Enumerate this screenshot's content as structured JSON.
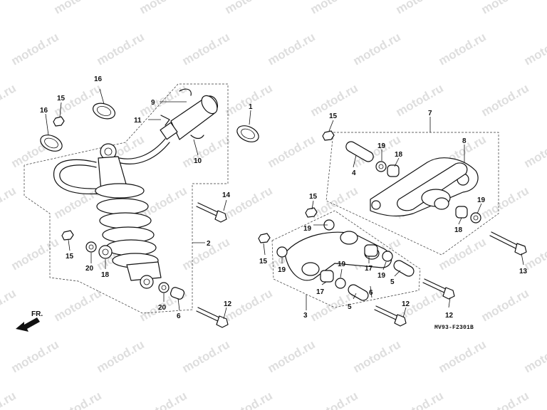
{
  "watermark": {
    "text": "motod.ru"
  },
  "diagram_code": "MV93-F2301B",
  "direction_label": "FR.",
  "callouts": {
    "c1": "1",
    "c2": "2",
    "c3": "3",
    "c4": "4",
    "c5a": "5",
    "c5b": "5",
    "c6a": "6",
    "c6b": "6",
    "c7": "7",
    "c8": "8",
    "c9": "9",
    "c10": "10",
    "c11": "11",
    "c12a": "12",
    "c12b": "12",
    "c12c": "12",
    "c13": "13",
    "c14": "14",
    "c15a": "15",
    "c15b": "15",
    "c15c": "15",
    "c15d": "15",
    "c15e": "15",
    "c16a": "16",
    "c16b": "16",
    "c17a": "17",
    "c17b": "17",
    "c18a": "18",
    "c18b": "18",
    "c18c": "18",
    "c19a": "19",
    "c19b": "19",
    "c19c": "19",
    "c19d": "19",
    "c19e": "19",
    "c20a": "20",
    "c20b": "20"
  }
}
